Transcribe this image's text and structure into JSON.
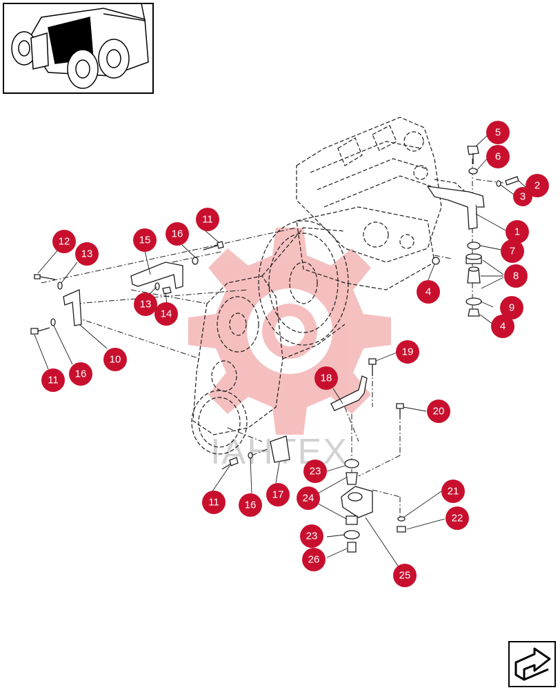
{
  "diagram": {
    "watermark_text": "IAHTEX",
    "colors": {
      "callout_fill": "#c8102e",
      "callout_text": "#ffffff",
      "line": "#1a1a1a",
      "watermark_gear": "#f4b9b9",
      "watermark_text": "#cfcfcf"
    },
    "icons": {
      "thumbnail": "tractor-thumbnail-icon",
      "next_page": "next-page-arrow-icon"
    },
    "callouts": [
      {
        "id": "c5",
        "label": "5"
      },
      {
        "id": "c6",
        "label": "6"
      },
      {
        "id": "c2",
        "label": "2"
      },
      {
        "id": "c3",
        "label": "3"
      },
      {
        "id": "c1",
        "label": "1"
      },
      {
        "id": "c7",
        "label": "7"
      },
      {
        "id": "c8",
        "label": "8"
      },
      {
        "id": "c4a",
        "label": "4"
      },
      {
        "id": "c9",
        "label": "9"
      },
      {
        "id": "c4b",
        "label": "4"
      },
      {
        "id": "c12",
        "label": "12"
      },
      {
        "id": "c13a",
        "label": "13"
      },
      {
        "id": "c15",
        "label": "15"
      },
      {
        "id": "c16a",
        "label": "16"
      },
      {
        "id": "c11a",
        "label": "11"
      },
      {
        "id": "c13b",
        "label": "13"
      },
      {
        "id": "c14",
        "label": "14"
      },
      {
        "id": "c10",
        "label": "10"
      },
      {
        "id": "c11b",
        "label": "11"
      },
      {
        "id": "c16b",
        "label": "16"
      },
      {
        "id": "c19",
        "label": "19"
      },
      {
        "id": "c18",
        "label": "18"
      },
      {
        "id": "c20",
        "label": "20"
      },
      {
        "id": "c23a",
        "label": "23"
      },
      {
        "id": "c24",
        "label": "24"
      },
      {
        "id": "c21",
        "label": "21"
      },
      {
        "id": "c22",
        "label": "22"
      },
      {
        "id": "c23b",
        "label": "23"
      },
      {
        "id": "c26",
        "label": "26"
      },
      {
        "id": "c25",
        "label": "25"
      },
      {
        "id": "c11c",
        "label": "11"
      },
      {
        "id": "c16c",
        "label": "16"
      },
      {
        "id": "c17",
        "label": "17"
      }
    ]
  }
}
